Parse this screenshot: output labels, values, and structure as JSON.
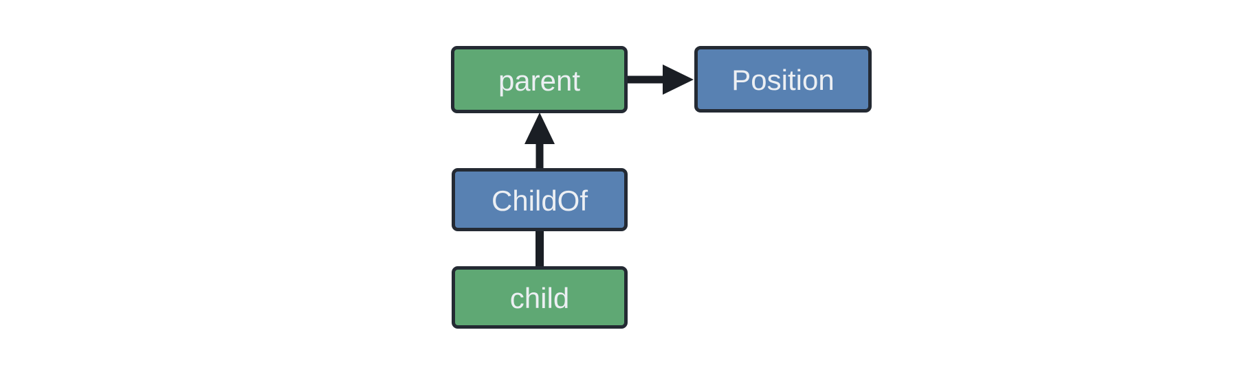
{
  "diagram": {
    "background": "#ffffff",
    "colors": {
      "entity_fill": "#5fa874",
      "relation_fill": "#5881b2",
      "node_border": "#242a33",
      "connector": "#1a1e24",
      "label_text": "#eceff3"
    },
    "nodes": [
      {
        "id": "parent",
        "label": "parent",
        "type": "entity"
      },
      {
        "id": "Position",
        "label": "Position",
        "type": "relation"
      },
      {
        "id": "ChildOf",
        "label": "ChildOf",
        "type": "relation"
      },
      {
        "id": "child",
        "label": "child",
        "type": "entity"
      }
    ],
    "edges": [
      {
        "from": "parent",
        "to": "Position",
        "direction": "right",
        "arrowhead": true
      },
      {
        "from": "ChildOf",
        "to": "parent",
        "direction": "up",
        "arrowhead": true
      },
      {
        "from": "child",
        "to": "ChildOf",
        "direction": "up",
        "arrowhead": false
      }
    ]
  }
}
